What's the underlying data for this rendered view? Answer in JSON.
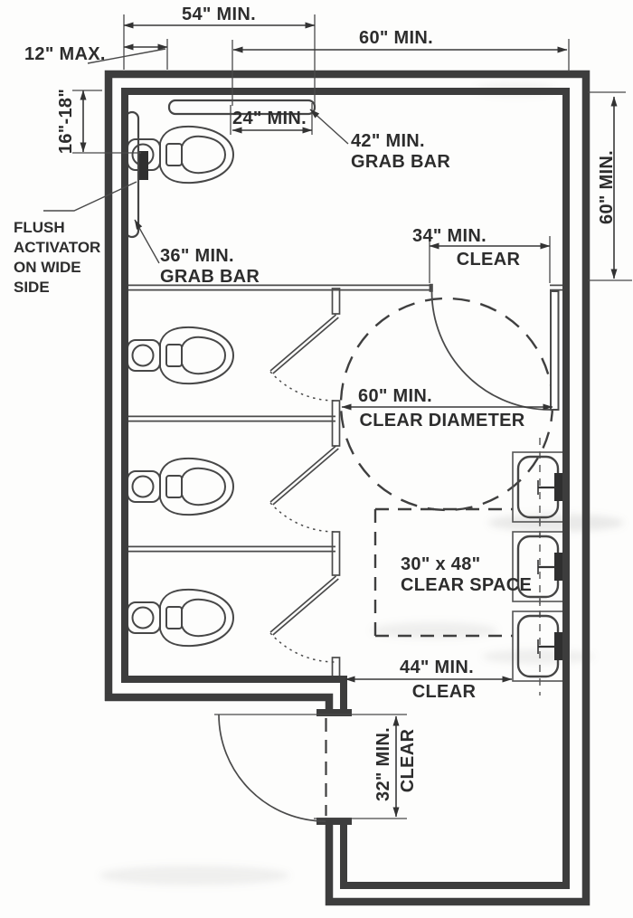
{
  "drawing": {
    "kind": "accessible-restroom-floor-plan",
    "colors": {
      "ink": "#2d2d2d",
      "wall": "#3d3d3d",
      "paper": "#fdfdfc"
    },
    "dimensions": {
      "stall_width_top": "54\" MIN.",
      "flush_offset": "12\" MAX.",
      "toilet_centerline": "16\"-18\"",
      "room_width_top": "60\" MIN.",
      "grab_bar_extension": "24\" MIN.",
      "stall_depth_right": "60\" MIN.",
      "door_clear": {
        "l1": "34\" MIN.",
        "l2": "CLEAR"
      },
      "turning_circle": {
        "l1": "60\" MIN.",
        "l2": "CLEAR  DIAMETER"
      },
      "clear_space": {
        "l1": "30\" x 48\"",
        "l2": "CLEAR SPACE"
      },
      "aisle_clear": {
        "l1": "44\" MIN.",
        "l2": "CLEAR"
      },
      "entry_clear": {
        "l1": "32\" MIN.",
        "l2": "CLEAR"
      }
    },
    "labels": {
      "grab_bar_42": {
        "l1": "42\" MIN.",
        "l2": "GRAB BAR"
      },
      "grab_bar_36": {
        "l1": "36\" MIN.",
        "l2": "GRAB BAR"
      },
      "flush_activator": {
        "l1": "FLUSH",
        "l2": "ACTIVATOR",
        "l3": "ON WIDE",
        "l4": "SIDE"
      }
    }
  }
}
